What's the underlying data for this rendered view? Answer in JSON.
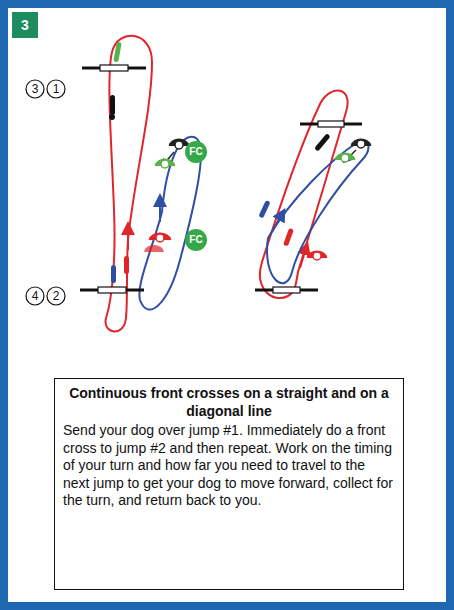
{
  "diagram": {
    "nodes": [
      {
        "text": [
          "3"
        ]
      },
      {
        "text": [
          "3"
        ]
      },
      {
        "text": [
          "1"
        ]
      },
      {
        "text": [
          "FC"
        ]
      },
      {
        "text": [
          "FC"
        ]
      },
      {
        "text": [
          "4"
        ]
      },
      {
        "text": [
          "2"
        ]
      },
      {
        "text": [
          "Continuous front crosses on a straight and on a diagonal line",
          "Send your dog over jump #1. Immediately do a front cross to jump #2 and then repeat. Work on the timing of your turn and how far you need to travel to the next jump to get your dog to move forward, collect for the turn, and return back to you."
        ]
      }
    ]
  }
}
